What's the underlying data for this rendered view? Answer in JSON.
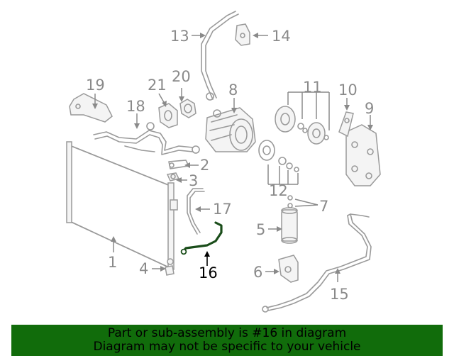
{
  "callouts": {
    "c1": "1",
    "c2": "2",
    "c3": "3",
    "c4": "4",
    "c5": "5",
    "c6": "6",
    "c7": "7",
    "c8": "8",
    "c9": "9",
    "c10": "10",
    "c11": "11",
    "c12": "12",
    "c13": "13",
    "c14": "14",
    "c15": "15",
    "c16": "16",
    "c17": "17",
    "c18": "18",
    "c19": "19",
    "c20": "20",
    "c21": "21"
  },
  "highlight": {
    "part_number": "16",
    "color": "#1a4d1a"
  },
  "banner": {
    "line1": "Part or sub-assembly is #16 in diagram",
    "line2": "Diagram may not be specific to your vehicle",
    "background": "#116c0b"
  }
}
